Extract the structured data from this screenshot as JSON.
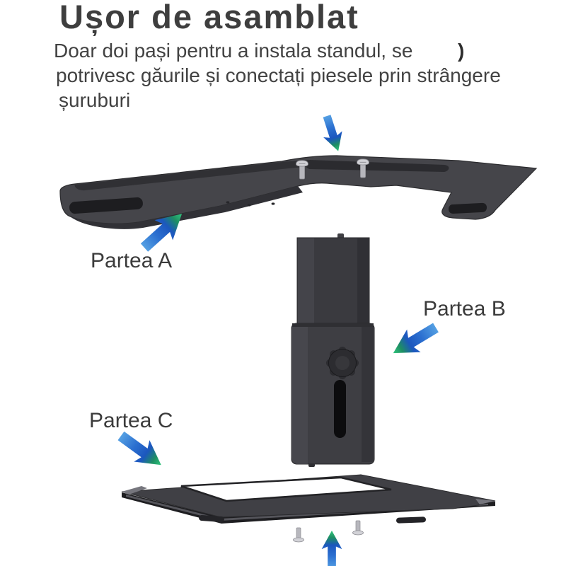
{
  "title": "Ușor de asamblat",
  "description": {
    "lines": [
      "Doar doi pași pentru a instala standul, se",
      "potrivesc găurile și conectați piesele prin strângere",
      "șuruburi"
    ],
    "fragment": ")"
  },
  "labels": {
    "part_a": "Partea A",
    "part_b": "Partea B",
    "part_c": "Partea C"
  },
  "icons": {
    "arrow_down": "gradient arrow pointing down at top screws",
    "arrow_up_right": "gradient arrow from Partea A label to top bracket",
    "arrow_down_left": "gradient arrow from Partea B label to column",
    "arrow_down_right": "gradient arrow from Partea C label to base",
    "arrow_up": "gradient arrow pointing up at bottom screws"
  },
  "colors": {
    "background": "#ffffff",
    "text": "#3e3e3e",
    "arrow_blue_light": "#55a0e3",
    "arrow_blue": "#1c57be",
    "arrow_green": "#32c77e",
    "part_dark": "#45454a",
    "part_darker": "#2b2b2f",
    "part_light_face": "#85858c",
    "screw_gray": "#b7b7bd"
  }
}
